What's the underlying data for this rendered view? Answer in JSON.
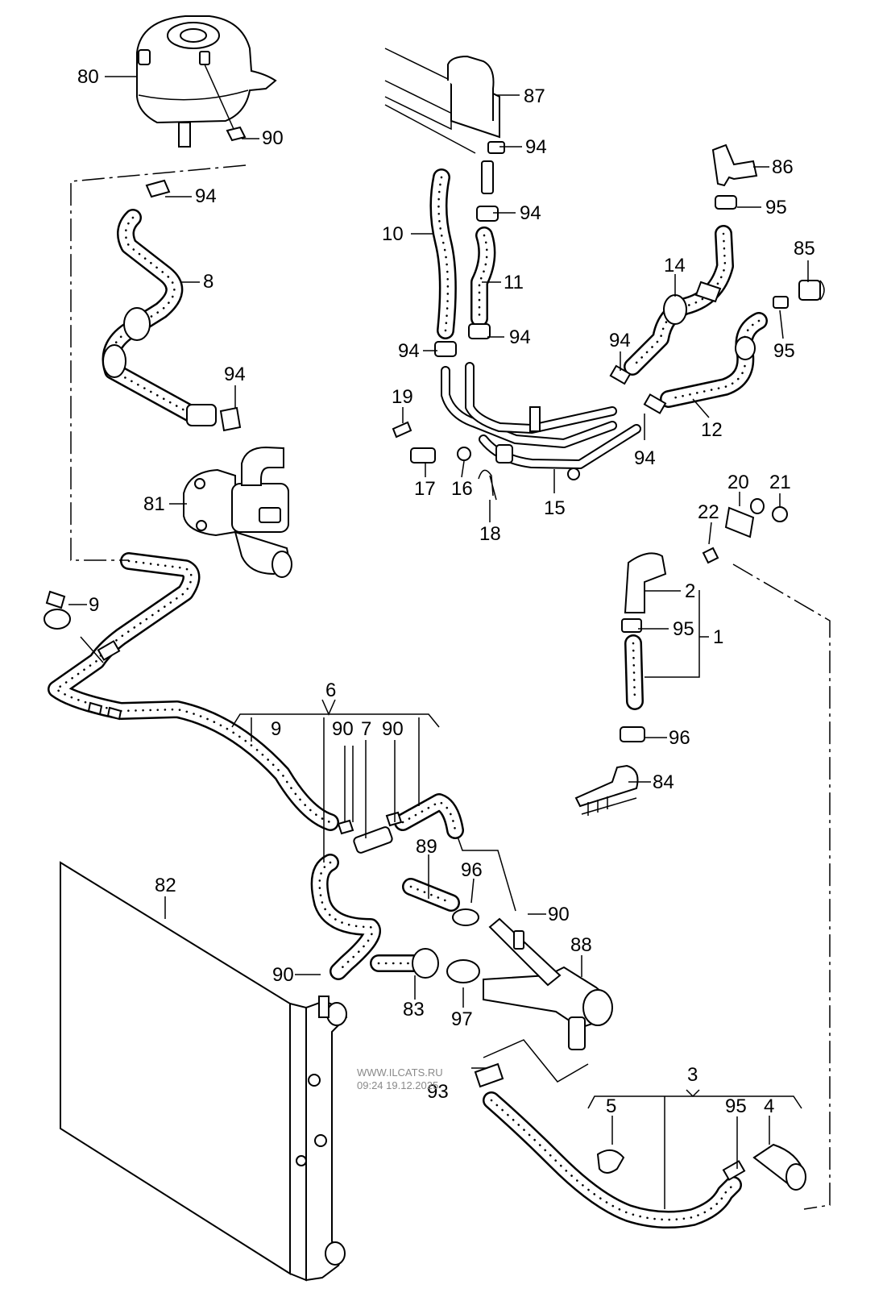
{
  "watermark": {
    "site": "WWW.ILCATS.RU",
    "timestamp": "09:24 19.12.2025"
  },
  "callouts": [
    {
      "id": "c80",
      "text": "80"
    },
    {
      "id": "c90a",
      "text": "90"
    },
    {
      "id": "c94a",
      "text": "94"
    },
    {
      "id": "c8",
      "text": "8"
    },
    {
      "id": "c94b",
      "text": "94"
    },
    {
      "id": "c81",
      "text": "81"
    },
    {
      "id": "c9a",
      "text": "9"
    },
    {
      "id": "c87",
      "text": "87"
    },
    {
      "id": "c94c",
      "text": "94"
    },
    {
      "id": "c94d",
      "text": "94"
    },
    {
      "id": "c10",
      "text": "10"
    },
    {
      "id": "c11",
      "text": "11"
    },
    {
      "id": "c94e",
      "text": "94"
    },
    {
      "id": "c94f",
      "text": "94"
    },
    {
      "id": "c86",
      "text": "86"
    },
    {
      "id": "c95a",
      "text": "95"
    },
    {
      "id": "c85",
      "text": "85"
    },
    {
      "id": "c14",
      "text": "14"
    },
    {
      "id": "c94g",
      "text": "94"
    },
    {
      "id": "c95b",
      "text": "95"
    },
    {
      "id": "c19",
      "text": "19"
    },
    {
      "id": "c12",
      "text": "12"
    },
    {
      "id": "c94h",
      "text": "94"
    },
    {
      "id": "c17",
      "text": "17"
    },
    {
      "id": "c16",
      "text": "16"
    },
    {
      "id": "c15",
      "text": "15"
    },
    {
      "id": "c18",
      "text": "18"
    },
    {
      "id": "c20",
      "text": "20"
    },
    {
      "id": "c21",
      "text": "21"
    },
    {
      "id": "c22",
      "text": "22"
    },
    {
      "id": "c2",
      "text": "2"
    },
    {
      "id": "c95c",
      "text": "95"
    },
    {
      "id": "c1",
      "text": "1"
    },
    {
      "id": "c96a",
      "text": "96"
    },
    {
      "id": "c84",
      "text": "84"
    },
    {
      "id": "c6",
      "text": "6"
    },
    {
      "id": "c9b",
      "text": "9"
    },
    {
      "id": "c90b",
      "text": "90"
    },
    {
      "id": "c7",
      "text": "7"
    },
    {
      "id": "c90c",
      "text": "90"
    },
    {
      "id": "c89",
      "text": "89"
    },
    {
      "id": "c96b",
      "text": "96"
    },
    {
      "id": "c90d",
      "text": "90"
    },
    {
      "id": "c82",
      "text": "82"
    },
    {
      "id": "c88",
      "text": "88"
    },
    {
      "id": "c90e",
      "text": "90"
    },
    {
      "id": "c83",
      "text": "83"
    },
    {
      "id": "c97",
      "text": "97"
    },
    {
      "id": "c93",
      "text": "93"
    },
    {
      "id": "c3",
      "text": "3"
    },
    {
      "id": "c5",
      "text": "5"
    },
    {
      "id": "c95d",
      "text": "95"
    },
    {
      "id": "c4",
      "text": "4"
    }
  ]
}
